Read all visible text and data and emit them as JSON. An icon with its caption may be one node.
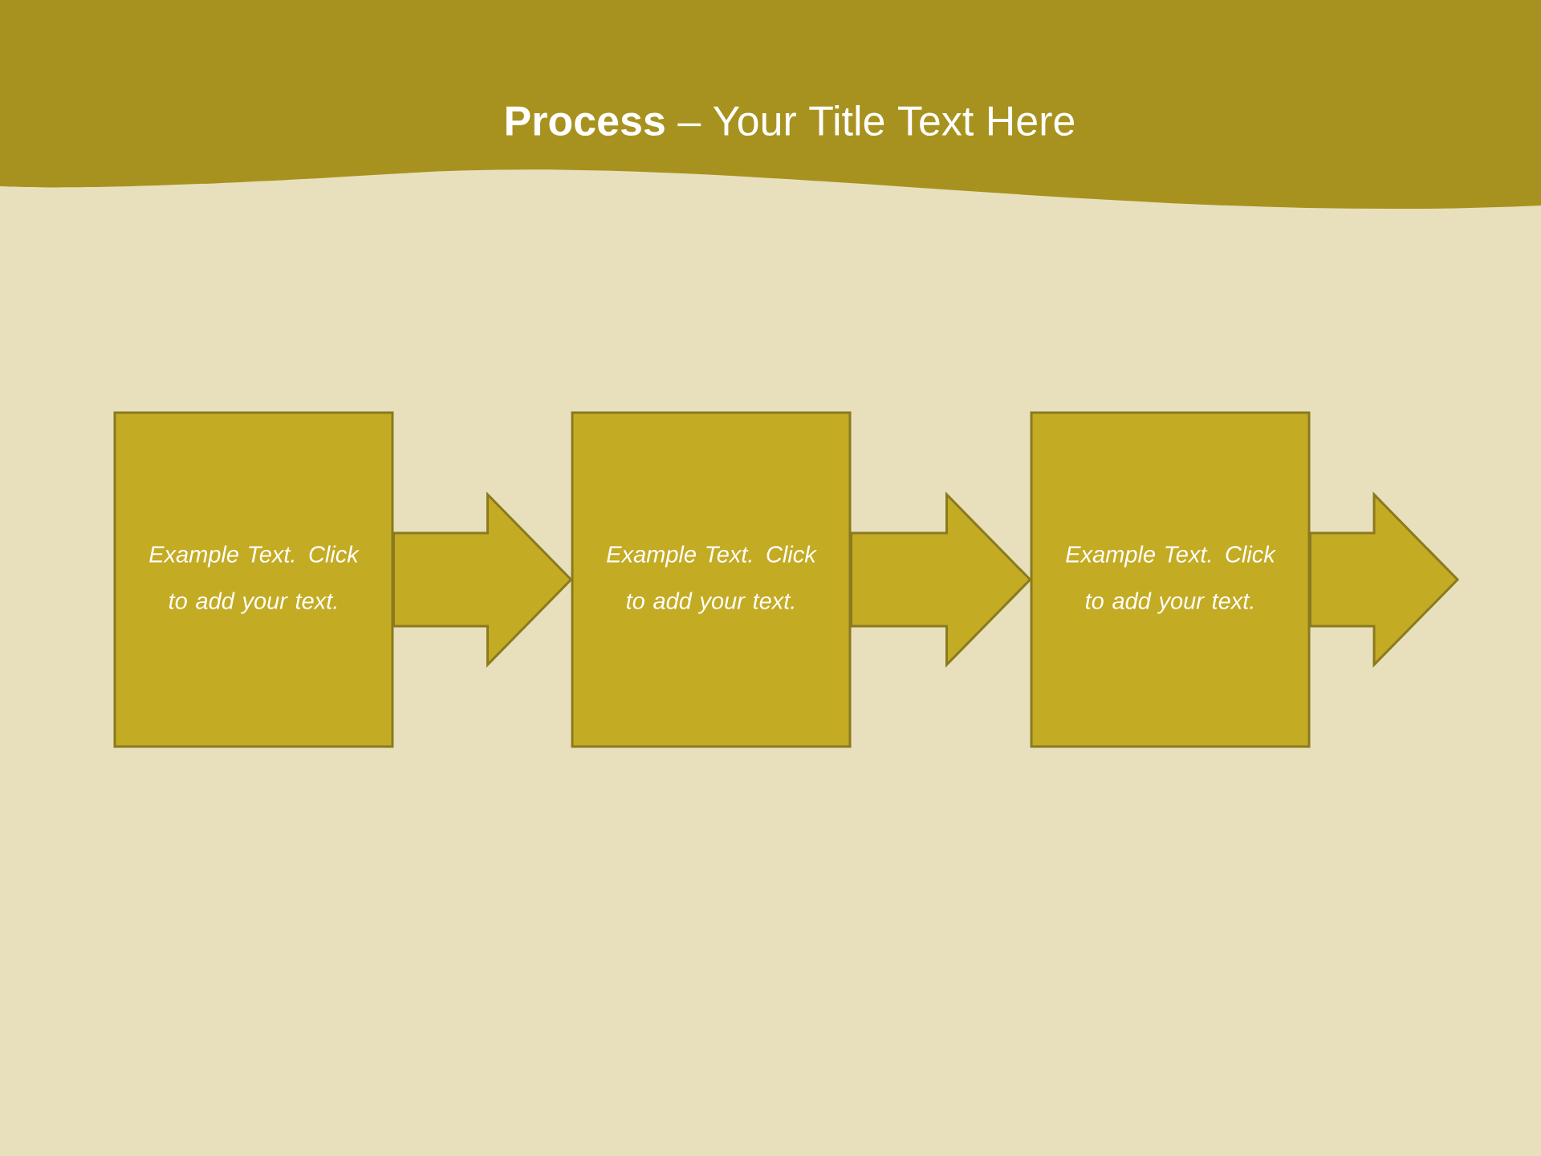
{
  "diagram": {
    "title": "**Process** – Your Title Text Here",
    "nodes": [
      {
        "text": [
          "Example Text. Click to add your text."
        ]
      },
      {
        "text": [
          "Example Text. Click to add your text."
        ]
      },
      {
        "text": [
          "Example Text. Click to add your text."
        ]
      }
    ],
    "edges": [
      {
        "from": 0,
        "to": 1,
        "arrow": "to"
      },
      {
        "from": 1,
        "to": 2,
        "arrow": "to"
      },
      {
        "from": 2,
        "to": null,
        "arrow": "to"
      }
    ]
  }
}
